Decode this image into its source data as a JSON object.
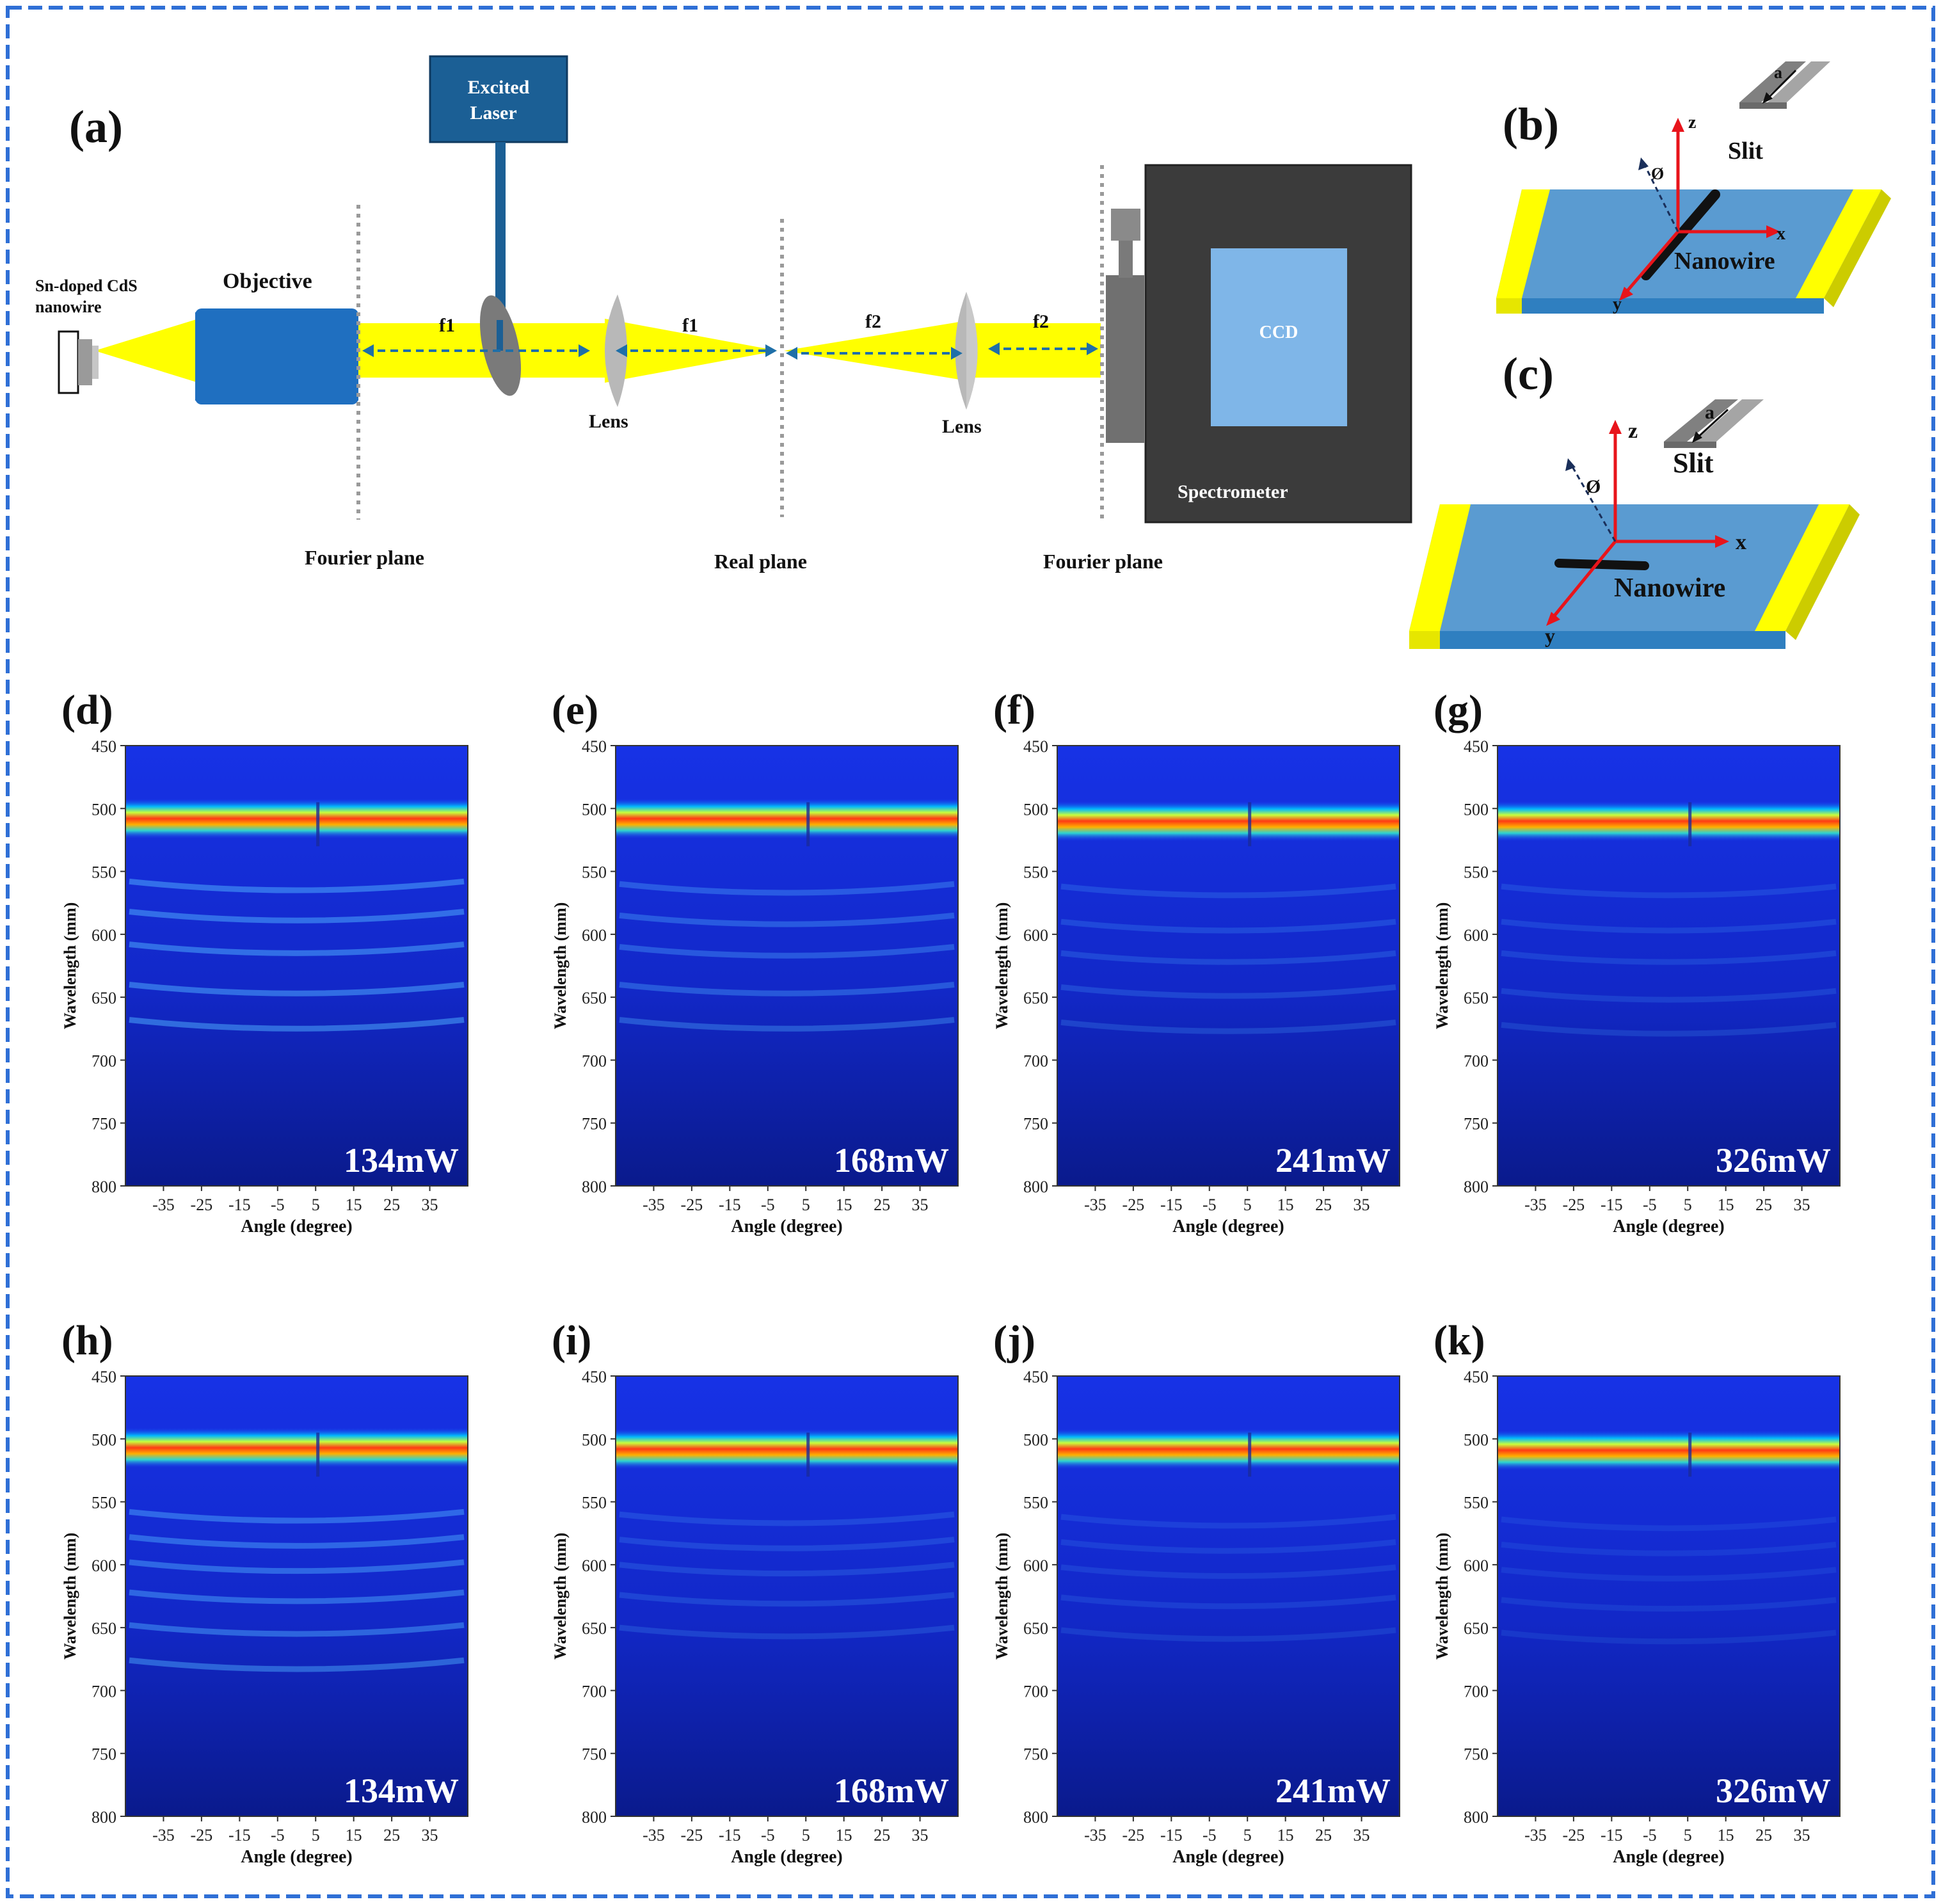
{
  "figure": {
    "border_color": "#2f6fd6",
    "panel_a": {
      "label": "(a)",
      "excited_laser": [
        "Excited",
        "Laser"
      ],
      "sample_label": [
        "Sn-doped CdS",
        "nanowire"
      ],
      "objective": "Objective",
      "lens_1": "Lens",
      "lens_2": "Lens",
      "ccd": "CCD",
      "spectrometer": "Spectrometer",
      "fourier_plane_1": "Fourier plane",
      "real_plane": "Real plane",
      "fourier_plane_2": "Fourier plane",
      "focal_labels": [
        "f1",
        "f1",
        "f2",
        "f2"
      ]
    },
    "panel_b": {
      "label": "(b)",
      "slit": "Slit",
      "slit_axis": "a",
      "nanowire": "Nanowire",
      "axis_x": "x",
      "axis_y": "y",
      "axis_z": "z",
      "angle": "Ø"
    },
    "panel_c": {
      "label": "(c)",
      "slit": "Slit",
      "slit_axis": "a",
      "nanowire": "Nanowire",
      "axis_x": "x",
      "axis_y": "y",
      "axis_z": "z",
      "angle": "Ø"
    },
    "colors": {
      "beam": "#ffff00",
      "objective": "#1f6fc0",
      "laser_box": "#1b5f95",
      "spectrometer": "#3b3b3b",
      "ccd": "#7fb6e8",
      "substrate": "#5a9bd1",
      "electrode": "#ffff00",
      "axis": "#e8141b"
    }
  },
  "chart_data": [
    {
      "panel": "(d)",
      "type": "heatmap",
      "power": "134mW",
      "xlabel": "Angle (degree)",
      "ylabel": "Wavelength (mm)",
      "xticks": [
        "-35",
        "-25",
        "-15",
        "-5",
        "5",
        "15",
        "25",
        "35"
      ],
      "yticks": [
        "450",
        "500",
        "550",
        "600",
        "650",
        "700",
        "750",
        "800"
      ],
      "ylim": [
        450,
        800
      ],
      "xlim": [
        -45,
        45
      ],
      "peak_wavelength": 508,
      "fringes": [
        558,
        582,
        608,
        640,
        668
      ],
      "fringe_strength": 0.5
    },
    {
      "panel": "(e)",
      "type": "heatmap",
      "power": "168mW",
      "xlabel": "Angle (degree)",
      "ylabel": "Wavelength (mm)",
      "xticks": [
        "-35",
        "-25",
        "-15",
        "-5",
        "5",
        "15",
        "25",
        "35"
      ],
      "yticks": [
        "450",
        "500",
        "550",
        "600",
        "650",
        "700",
        "750",
        "800"
      ],
      "ylim": [
        450,
        800
      ],
      "xlim": [
        -45,
        45
      ],
      "peak_wavelength": 508,
      "fringes": [
        560,
        585,
        610,
        640,
        668
      ],
      "fringe_strength": 0.35
    },
    {
      "panel": "(f)",
      "type": "heatmap",
      "power": "241mW",
      "xlabel": "Angle (degree)",
      "ylabel": "Wavelength (mm)",
      "xticks": [
        "-35",
        "-25",
        "-15",
        "-5",
        "5",
        "15",
        "25",
        "35"
      ],
      "yticks": [
        "450",
        "500",
        "550",
        "600",
        "650",
        "700",
        "750",
        "800"
      ],
      "ylim": [
        450,
        800
      ],
      "xlim": [
        -45,
        45
      ],
      "peak_wavelength": 510,
      "fringes": [
        562,
        590,
        615,
        642,
        670
      ],
      "fringe_strength": 0.22
    },
    {
      "panel": "(g)",
      "type": "heatmap",
      "power": "326mW",
      "xlabel": "Angle (degree)",
      "ylabel": "Wavelength (mm)",
      "xticks": [
        "-35",
        "-25",
        "-15",
        "-5",
        "5",
        "15",
        "25",
        "35"
      ],
      "yticks": [
        "450",
        "500",
        "550",
        "600",
        "650",
        "700",
        "750",
        "800"
      ],
      "ylim": [
        450,
        800
      ],
      "xlim": [
        -45,
        45
      ],
      "peak_wavelength": 510,
      "fringes": [
        562,
        590,
        615,
        645,
        672
      ],
      "fringe_strength": 0.18
    },
    {
      "panel": "(h)",
      "type": "heatmap",
      "power": "134mW",
      "xlabel": "Angle (degree)",
      "ylabel": "Wavelength (mm)",
      "xticks": [
        "-35",
        "-25",
        "-15",
        "-5",
        "5",
        "15",
        "25",
        "35"
      ],
      "yticks": [
        "450",
        "500",
        "550",
        "600",
        "650",
        "700",
        "750",
        "800"
      ],
      "ylim": [
        450,
        800
      ],
      "xlim": [
        -45,
        45
      ],
      "peak_wavelength": 507,
      "fringes": [
        558,
        578,
        598,
        622,
        648,
        676
      ],
      "fringe_strength": 0.45
    },
    {
      "panel": "(i)",
      "type": "heatmap",
      "power": "168mW",
      "xlabel": "Angle (degree)",
      "ylabel": "Wavelength (mm)",
      "xticks": [
        "-35",
        "-25",
        "-15",
        "-5",
        "5",
        "15",
        "25",
        "35"
      ],
      "yticks": [
        "450",
        "500",
        "550",
        "600",
        "650",
        "700",
        "750",
        "800"
      ],
      "ylim": [
        450,
        800
      ],
      "xlim": [
        -45,
        45
      ],
      "peak_wavelength": 508,
      "fringes": [
        560,
        580,
        600,
        624,
        650
      ],
      "fringe_strength": 0.2
    },
    {
      "panel": "(j)",
      "type": "heatmap",
      "power": "241mW",
      "xlabel": "Angle (degree)",
      "ylabel": "Wavelength (mm)",
      "xticks": [
        "-35",
        "-25",
        "-15",
        "-5",
        "5",
        "15",
        "25",
        "35"
      ],
      "yticks": [
        "450",
        "500",
        "550",
        "600",
        "650",
        "700",
        "750",
        "800"
      ],
      "ylim": [
        450,
        800
      ],
      "xlim": [
        -45,
        45
      ],
      "peak_wavelength": 508,
      "fringes": [
        562,
        582,
        602,
        626,
        652
      ],
      "fringe_strength": 0.15
    },
    {
      "panel": "(k)",
      "type": "heatmap",
      "power": "326mW",
      "xlabel": "Angle (degree)",
      "ylabel": "Wavelength (mm)",
      "xticks": [
        "-35",
        "-25",
        "-15",
        "-5",
        "5",
        "15",
        "25",
        "35"
      ],
      "yticks": [
        "450",
        "500",
        "550",
        "600",
        "650",
        "700",
        "750",
        "800"
      ],
      "ylim": [
        450,
        800
      ],
      "xlim": [
        -45,
        45
      ],
      "peak_wavelength": 509,
      "fringes": [
        564,
        584,
        604,
        628,
        654
      ],
      "fringe_strength": 0.12
    }
  ]
}
